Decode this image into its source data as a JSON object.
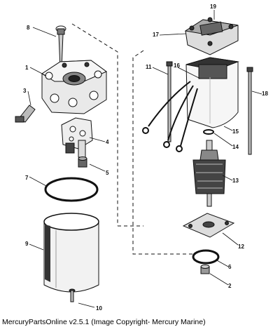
{
  "diagram": {
    "part_labels": {
      "p1": "1",
      "p2": "2",
      "p3": "3",
      "p4": "4",
      "p5": "5",
      "p6": "6",
      "p7": "7",
      "p8": "8",
      "p9": "9",
      "p10": "10",
      "p11": "11",
      "p12": "12",
      "p13": "13",
      "p14": "14",
      "p15": "15",
      "p16": "16",
      "p17": "17",
      "p18": "18",
      "p19": "19"
    }
  },
  "footer": {
    "caption": "MercuryPartsOnline v2.5.1 (Image Copyright- Mercury Marine)"
  }
}
